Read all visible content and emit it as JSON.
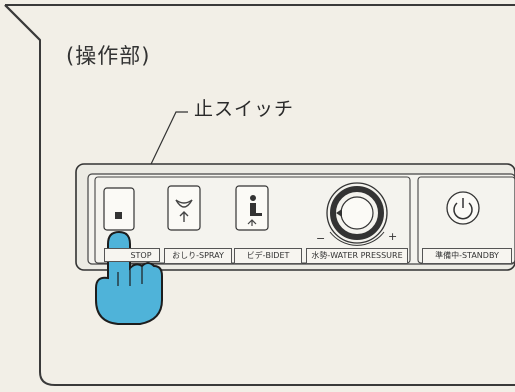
{
  "section_heading": "(操作部)",
  "callout_label": "止スイッチ",
  "panel": {
    "buttons": [
      {
        "id": "stop",
        "label": "STOP"
      },
      {
        "id": "spray",
        "label": "おしり-SPRAY"
      },
      {
        "id": "bidet",
        "label": "ビデ-BIDET"
      },
      {
        "id": "water_pressure",
        "label": "水勢-WATER PRESSURE"
      },
      {
        "id": "standby",
        "label": "準備中-STANDBY"
      }
    ],
    "dial_minus": "−",
    "dial_plus": "+"
  },
  "colors": {
    "hand": "#4fb3d9",
    "hand_outline": "#1d1d1d",
    "frame": "#3a3a3a",
    "background": "#f2efe7"
  },
  "icons": [
    "finger-press-icon",
    "spray-icon",
    "bidet-icon",
    "pressure-dial-icon",
    "power-icon"
  ]
}
